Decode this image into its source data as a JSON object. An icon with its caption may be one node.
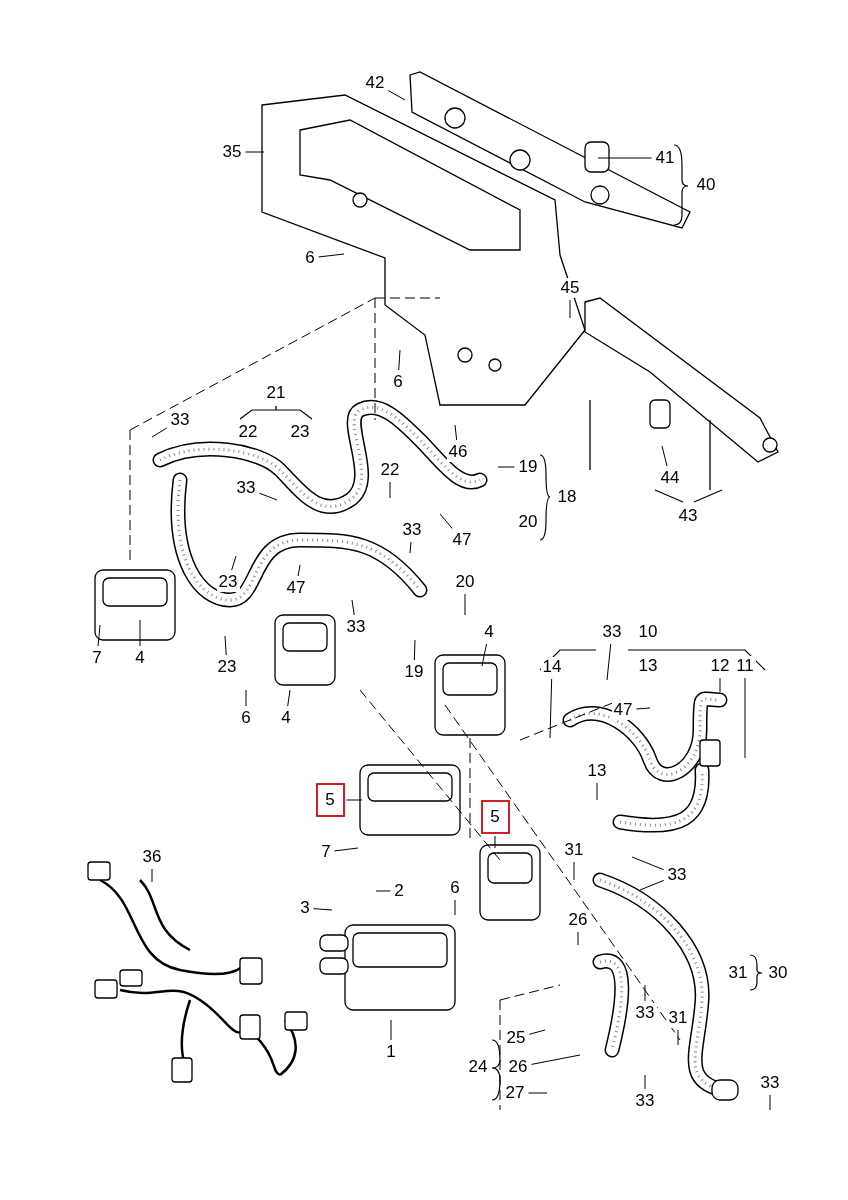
{
  "diagram": {
    "nodes": [
      {
        "text": [
          "42"
        ]
      },
      {
        "text": [
          "35"
        ]
      },
      {
        "text": [
          "41"
        ]
      },
      {
        "text": [
          "6"
        ]
      },
      {
        "text": [
          "45"
        ]
      },
      {
        "text": [
          "6"
        ]
      },
      {
        "text": [
          "33"
        ]
      },
      {
        "text": [
          "46"
        ]
      },
      {
        "text": [
          "19"
        ]
      },
      {
        "text": [
          "22"
        ]
      },
      {
        "text": [
          "44"
        ]
      },
      {
        "text": [
          "33"
        ]
      },
      {
        "text": [
          "33"
        ]
      },
      {
        "text": [
          "47"
        ]
      },
      {
        "text": [
          "23"
        ]
      },
      {
        "text": [
          "47"
        ]
      },
      {
        "text": [
          "20"
        ]
      },
      {
        "text": [
          "33"
        ]
      },
      {
        "text": [
          "4"
        ]
      },
      {
        "text": [
          "33"
        ]
      },
      {
        "text": [
          "7"
        ]
      },
      {
        "text": [
          "4"
        ]
      },
      {
        "text": [
          "23"
        ]
      },
      {
        "text": [
          "14"
        ]
      },
      {
        "text": [
          "12"
        ]
      },
      {
        "text": [
          "11"
        ]
      },
      {
        "text": [
          "19"
        ]
      },
      {
        "text": [
          "47"
        ]
      },
      {
        "text": [
          "6"
        ]
      },
      {
        "text": [
          "4"
        ]
      },
      {
        "text": [
          "13"
        ]
      },
      {
        "text": [
          "5"
        ]
      },
      {
        "text": [
          "5"
        ]
      },
      {
        "text": [
          "31"
        ]
      },
      {
        "text": [
          "7"
        ]
      },
      {
        "text": [
          "36"
        ]
      },
      {
        "text": [
          "33"
        ]
      },
      {
        "text": [
          "6"
        ]
      },
      {
        "text": [
          "2"
        ]
      },
      {
        "text": [
          "3"
        ]
      },
      {
        "text": [
          "26"
        ]
      },
      {
        "text": [
          "33"
        ]
      },
      {
        "text": [
          "31"
        ]
      },
      {
        "text": [
          "25"
        ]
      },
      {
        "text": [
          "1"
        ]
      },
      {
        "text": [
          "26"
        ]
      },
      {
        "text": [
          "33"
        ]
      },
      {
        "text": [
          "27"
        ]
      },
      {
        "text": [
          "33"
        ]
      }
    ],
    "edges": [
      {
        "from": 0,
        "to": null,
        "arrow": "none"
      },
      {
        "from": 1,
        "to": null,
        "arrow": "none"
      },
      {
        "from": 2,
        "to": null,
        "arrow": "none"
      },
      {
        "from": 3,
        "to": null,
        "arrow": "none"
      },
      {
        "from": 4,
        "to": null,
        "arrow": "none"
      },
      {
        "from": 5,
        "to": null,
        "arrow": "none"
      },
      {
        "from": 6,
        "to": null,
        "arrow": "none"
      },
      {
        "from": 7,
        "to": null,
        "arrow": "none"
      },
      {
        "from": 8,
        "to": null,
        "arrow": "none"
      },
      {
        "from": 9,
        "to": null,
        "arrow": "none"
      },
      {
        "from": 10,
        "to": null,
        "arrow": "none"
      },
      {
        "from": 11,
        "to": null,
        "arrow": "none"
      },
      {
        "from": 12,
        "to": null,
        "arrow": "none"
      },
      {
        "from": 13,
        "to": null,
        "arrow": "none"
      },
      {
        "from": 14,
        "to": null,
        "arrow": "none"
      },
      {
        "from": 15,
        "to": null,
        "arrow": "none"
      },
      {
        "from": 16,
        "to": null,
        "arrow": "none"
      },
      {
        "from": 17,
        "to": null,
        "arrow": "none"
      },
      {
        "from": 18,
        "to": null,
        "arrow": "none"
      },
      {
        "from": 19,
        "to": null,
        "arrow": "none"
      },
      {
        "from": 20,
        "to": null,
        "arrow": "none"
      },
      {
        "from": 21,
        "to": null,
        "arrow": "none"
      },
      {
        "from": 22,
        "to": null,
        "arrow": "none"
      },
      {
        "from": 23,
        "to": null,
        "arrow": "none"
      },
      {
        "from": 24,
        "to": null,
        "arrow": "none"
      },
      {
        "from": 25,
        "to": null,
        "arrow": "none"
      },
      {
        "from": 26,
        "to": null,
        "arrow": "none"
      },
      {
        "from": 27,
        "to": null,
        "arrow": "none"
      },
      {
        "from": 28,
        "to": null,
        "arrow": "none"
      },
      {
        "from": 29,
        "to": null,
        "arrow": "none"
      },
      {
        "from": 30,
        "to": null,
        "arrow": "none"
      },
      {
        "from": 31,
        "to": null,
        "arrow": "none"
      },
      {
        "from": 32,
        "to": null,
        "arrow": "none"
      },
      {
        "from": 33,
        "to": null,
        "arrow": "none"
      },
      {
        "from": 34,
        "to": null,
        "arrow": "none"
      },
      {
        "from": 35,
        "to": null,
        "arrow": "none"
      },
      {
        "from": 36,
        "to": null,
        "arrow": "none"
      },
      {
        "from": 36,
        "to": null,
        "arrow": "none"
      },
      {
        "from": 37,
        "to": null,
        "arrow": "none"
      },
      {
        "from": 38,
        "to": null,
        "arrow": "none"
      },
      {
        "from": 39,
        "to": null,
        "arrow": "none"
      },
      {
        "from": 40,
        "to": null,
        "arrow": "none"
      },
      {
        "from": 41,
        "to": null,
        "arrow": "none"
      },
      {
        "from": 42,
        "to": null,
        "arrow": "none"
      },
      {
        "from": 43,
        "to": null,
        "arrow": "none"
      },
      {
        "from": 44,
        "to": null,
        "arrow": "none"
      },
      {
        "from": 45,
        "to": null,
        "arrow": "none"
      },
      {
        "from": 46,
        "to": null,
        "arrow": "none"
      },
      {
        "from": 47,
        "to": null,
        "arrow": "none"
      },
      {
        "from": 48,
        "to": null,
        "arrow": "none"
      }
    ],
    "labels": [
      "40",
      "21",
      "22",
      "23",
      "18",
      "43",
      "20",
      "10",
      "13",
      "31",
      "30",
      "24"
    ]
  }
}
